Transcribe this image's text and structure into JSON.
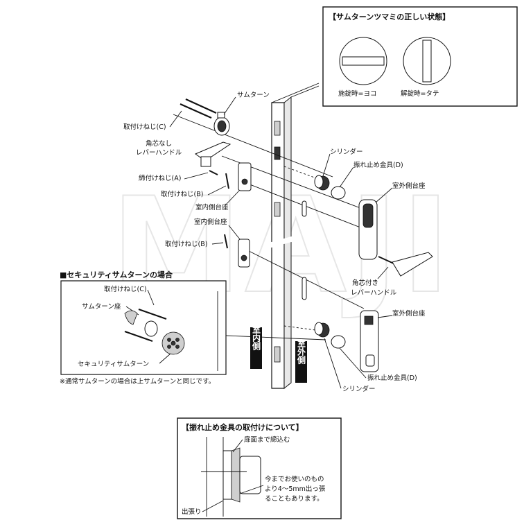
{
  "watermark": "MAJI",
  "thumbturn_box": {
    "title": "【サムターンツマミの正しい状態】",
    "locked": "施錠時=ヨコ",
    "unlocked": "解錠時=タテ"
  },
  "labels": {
    "thumbturn": "サムターン",
    "screw_c": "取付けねじ(C)",
    "lever_no_spindle_1": "角芯なし",
    "lever_no_spindle_2": "レバーハンドル",
    "screw_a": "締付けねじ(A)",
    "screw_b_top": "取付けねじ(B)",
    "inner_base_top": "室内側台座",
    "inner_base_mid": "室内側台座",
    "screw_b_mid": "取付けねじ(B)",
    "cylinder_top": "シリンダー",
    "anti_swing_top": "振れ止め金具(D)",
    "outer_base_top": "室外側台座",
    "lever_with_spindle_1": "角芯付き",
    "lever_with_spindle_2": "レバーハンドル",
    "outer_base_bottom": "室外側台座",
    "anti_swing_bottom": "振れ止め金具(D)",
    "cylinder_bottom": "シリンダー",
    "indoor_side": "室内側",
    "outdoor_side": "室外側"
  },
  "security_box": {
    "title": "■セキュリティサムターンの場合",
    "screw_c": "取付けねじ(C)",
    "thumbturn_base": "サムターン座",
    "security_thumbturn": "セキュリティサムターン",
    "note": "※通常サムターンの場合は上サムターンと同じです。"
  },
  "bottom_box": {
    "title": "【振れ止め金具の取付けについて】",
    "tighten": "扉面まで締込む",
    "note_1": "今までお使いのもの",
    "note_2": "より4～5mm出っ張",
    "note_3": "ることもあります。",
    "protrusion": "出張り"
  }
}
